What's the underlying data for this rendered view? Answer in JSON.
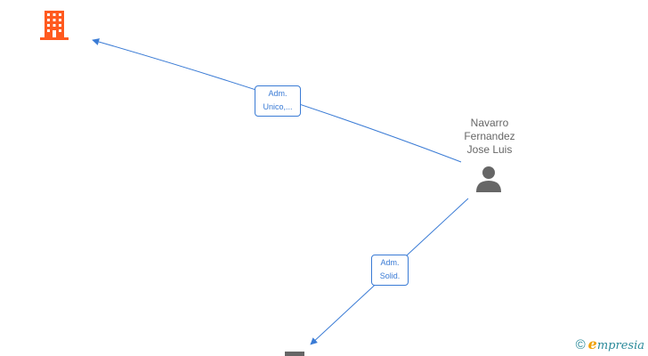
{
  "nodes": {
    "person": {
      "name_lines": [
        "Navarro",
        "Fernandez",
        "Jose Luis"
      ]
    }
  },
  "edges": [
    {
      "label_lines": [
        "Adm.",
        "Unico,..."
      ]
    },
    {
      "label_lines": [
        "Adm.",
        "Solid."
      ]
    }
  ],
  "watermark": {
    "symbol": "©",
    "brand_initial": "e",
    "brand_rest": "mpresia"
  },
  "colors": {
    "edge": "#3a7bd5",
    "company_active": "#ff5a1f",
    "company_inactive": "#666666",
    "person": "#666666",
    "watermark": "#2a8a9a"
  },
  "icons": [
    "company-building-icon",
    "person-icon"
  ]
}
